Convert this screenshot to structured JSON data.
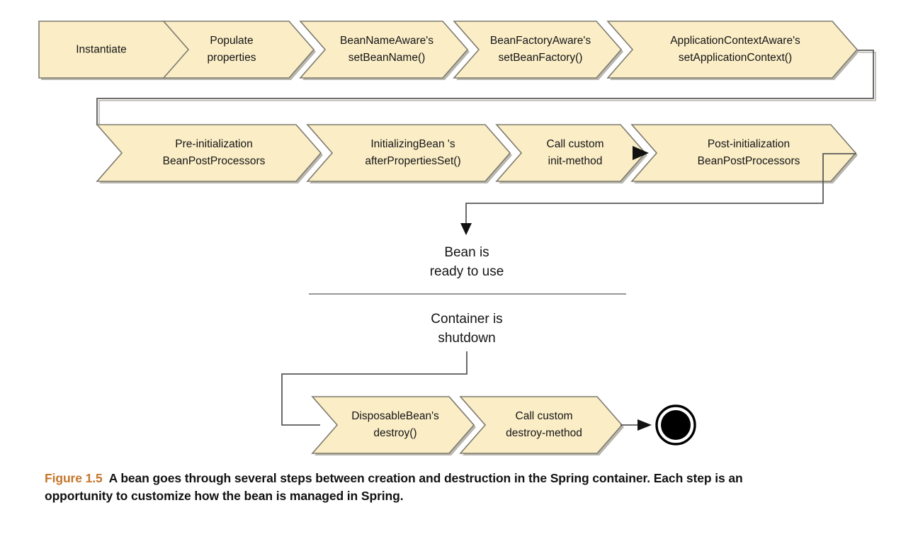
{
  "figure": {
    "number": "Figure 1.5",
    "caption": "A bean goes through several steps between creation and destruction in the Spring container. Each step is an opportunity to customize how the bean is managed in Spring.",
    "accent_color": "#c4762c",
    "shape_fill": "#fbeec7",
    "shape_stroke": "#7d7a6e",
    "connector_color": "#5a5a5a"
  },
  "diagram": {
    "title": "Spring bean lifecycle",
    "row1": [
      {
        "line1": "Instantiate",
        "line2": ""
      },
      {
        "line1": "Populate",
        "line2": "properties"
      },
      {
        "line1": "BeanNameAware's",
        "line2": "setBeanName()"
      },
      {
        "line1": "BeanFactoryAware's",
        "line2": "setBeanFactory()"
      },
      {
        "line1": "ApplicationContextAware's",
        "line2": "setApplicationContext()"
      }
    ],
    "row2": [
      {
        "line1": "Pre-initialization",
        "line2": "BeanPostProcessors"
      },
      {
        "line1": "InitializingBean  's",
        "line2": "afterPropertiesSet()"
      },
      {
        "line1": "Call custom",
        "line2": "init-method"
      },
      {
        "line1": "Post-initialization",
        "line2": "BeanPostProcessors"
      }
    ],
    "row3": [
      {
        "line1": "DisposableBean's",
        "line2": "destroy()"
      },
      {
        "line1": "Call custom",
        "line2": "destroy-method"
      }
    ],
    "states": [
      {
        "line1": "Bean is",
        "line2": "ready to use"
      },
      {
        "line1": "Container is",
        "line2": "shutdown"
      }
    ],
    "terminal": "final-state"
  }
}
